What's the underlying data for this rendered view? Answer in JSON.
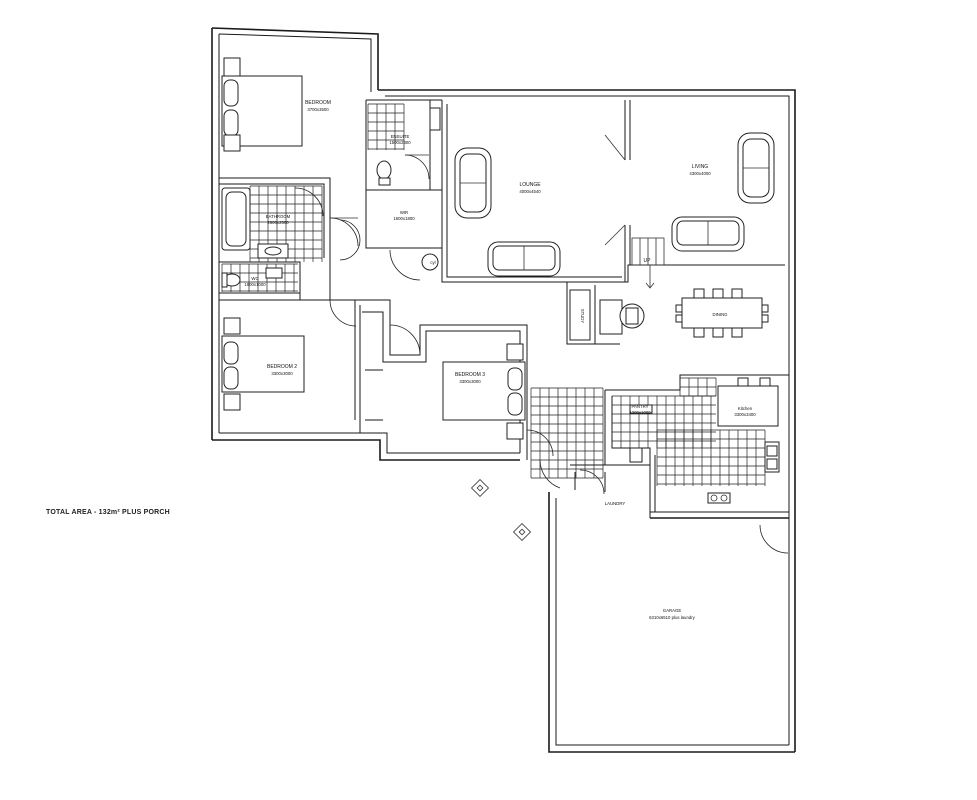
{
  "total_area": "TOTAL AREA - 132m² PLUS PORCH",
  "rooms": [
    {
      "key": "bedroom1",
      "name": "BEDROOM",
      "size": "3700x3500"
    },
    {
      "key": "ensuite",
      "name": "ENSUITE",
      "size": "1500x2300"
    },
    {
      "key": "bathroom",
      "name": "BATHROOM",
      "size": "2600x2500"
    },
    {
      "key": "wc",
      "name": "WC",
      "size": "1900x1000"
    },
    {
      "key": "wir",
      "name": "WIR",
      "size": "1600x1800"
    },
    {
      "key": "lounge",
      "name": "LOUNGE",
      "size": "4000x4540"
    },
    {
      "key": "living",
      "name": "LIVING",
      "size": "4300x4000"
    },
    {
      "key": "dining",
      "name": "DINING",
      "size": ""
    },
    {
      "key": "study",
      "name": "STUDY",
      "size": ""
    },
    {
      "key": "bedroom2",
      "name": "BEDROOM 2",
      "size": "3300x3000"
    },
    {
      "key": "bedroom3",
      "name": "BEDROOM 3",
      "size": "3300x3000"
    },
    {
      "key": "pantry",
      "name": "PANTRY",
      "size": "1200x1000"
    },
    {
      "key": "kitchen",
      "name": "Kitchen",
      "size": "3300x3400"
    },
    {
      "key": "laundry",
      "name": "LAUNDRY",
      "size": ""
    },
    {
      "key": "garage",
      "name": "GARAGE",
      "size": "6310x6510 plus laundry"
    }
  ],
  "symbols": {
    "cylinder": "cyl",
    "up": "UP"
  },
  "colors": {
    "line": "#1a1a1a",
    "paper": "#ffffff"
  }
}
